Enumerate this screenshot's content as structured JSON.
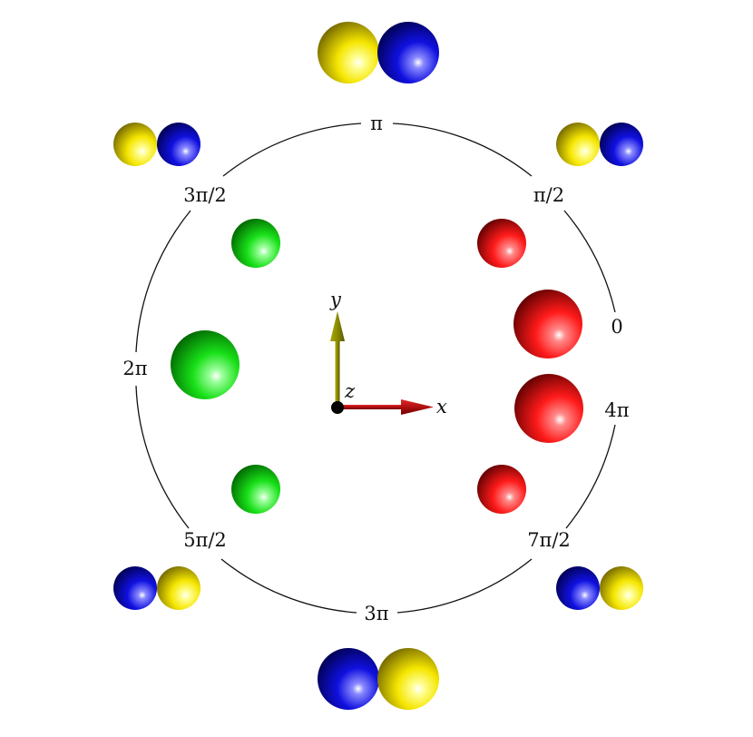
{
  "phase_labels": {
    "pi": "π",
    "pi_half": "π/2",
    "zero": "0",
    "four_pi": "4π",
    "seven_pi_half": "7π/2",
    "three_pi": "3π",
    "five_pi_half": "5π/2",
    "two_pi": "2π",
    "three_pi_half": "3π/2"
  },
  "axes": {
    "x": "x",
    "y": "y",
    "z": "z"
  },
  "colors": {
    "x_axis": "#c01818",
    "y_axis": "#8a8a00",
    "origin": "#000000",
    "red_sphere": "#ff1a1a",
    "green_sphere": "#18e018",
    "blue_sphere": "#1010e0",
    "yellow_sphere": "#f5e600",
    "circle": "#111111"
  }
}
